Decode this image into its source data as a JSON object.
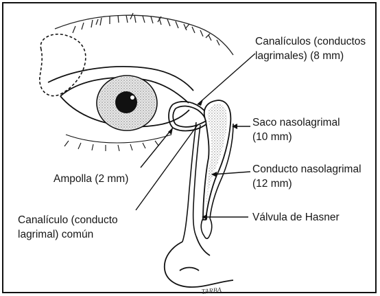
{
  "labels": {
    "canaliculos": {
      "line1": "Canalículos (conductos",
      "line2": "lagrimales) (8 mm)"
    },
    "saco": {
      "line1": "Saco nasolagrimal",
      "line2": "(10 mm)"
    },
    "conducto": {
      "line1": "Conducto nasolagrimal",
      "line2": "(12 mm)"
    },
    "valvula": {
      "line1": "Válvula de Hasner"
    },
    "ampolla": {
      "line1": "Ampolla (2 mm)"
    },
    "comun": {
      "line1": "Canalículo (conducto",
      "line2": "lagrimal) común"
    }
  },
  "signature": "TARBA",
  "colors": {
    "ink": "#111111",
    "stipple": "#9a9a9a",
    "paper": "#ffffff"
  }
}
